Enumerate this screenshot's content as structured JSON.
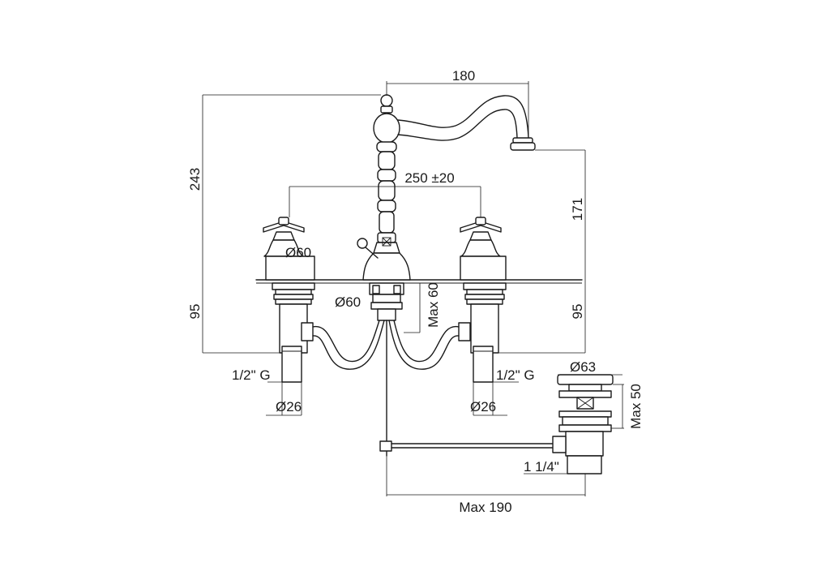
{
  "dimensions": {
    "spout_reach": "180",
    "total_height": "243",
    "handle_spacing": "250 ±20",
    "spout_height": "171",
    "flange_left": "Ø60",
    "flange_center": "Ø60",
    "max_deck_thickness": "Max 60",
    "below_deck_left": "95",
    "below_deck_right": "95",
    "thread_left": "1/2\" G",
    "thread_right": "1/2\" G",
    "pipe_left": "Ø26",
    "pipe_right": "Ø26",
    "waste_cap": "Ø63",
    "waste_max": "Max 50",
    "waste_thread": "1 1/4\"",
    "rod_max": "Max 190"
  }
}
